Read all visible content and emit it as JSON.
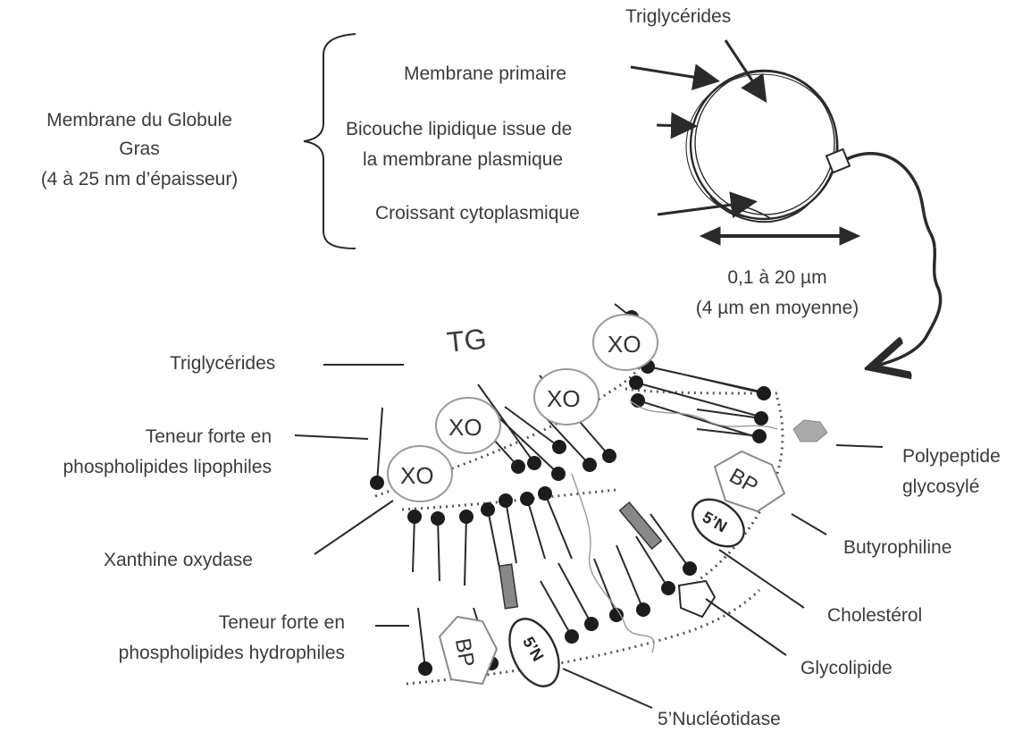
{
  "colors": {
    "ink": "#2a2a2a",
    "text": "#3b3b3b",
    "head": "#1c1c1c",
    "dots": "#555555",
    "glyco": "#9a9a9a",
    "protein": "#888888"
  },
  "globule": {
    "top_label": "Triglycérides",
    "membrane_group": [
      "Membrane du Globule",
      "Gras",
      "(4 à 25 nm d’épaisseur)"
    ],
    "layers": {
      "primary": "Membrane primaire",
      "bilayer": [
        "Bicouche lipidique issue de",
        "la membrane plasmique"
      ],
      "crescent": "Croissant cytoplasmique"
    },
    "size": [
      "0,1 à 20 µm",
      "(4 µm en moyenne)"
    ]
  },
  "detail": {
    "tg_mark": "TG",
    "xo_mark": "XO",
    "bp_mark": "BP",
    "n5_mark": "5’N",
    "left_labels": {
      "triglycerides": "Triglycérides",
      "lipophilic": [
        "Teneur forte en",
        "phospholipides lipophiles"
      ],
      "xanthine": "Xanthine oxydase",
      "hydrophilic": [
        "Teneur forte en",
        "phospholipides hydrophiles"
      ]
    },
    "right_labels": {
      "polypeptide": [
        "Polypeptide",
        "glycosylé"
      ],
      "butyrophilin": "Butyrophiline",
      "cholesterol": "Cholestérol",
      "glycolipid": "Glycolipide",
      "nucleotidase": "5’Nucléotidase"
    }
  }
}
